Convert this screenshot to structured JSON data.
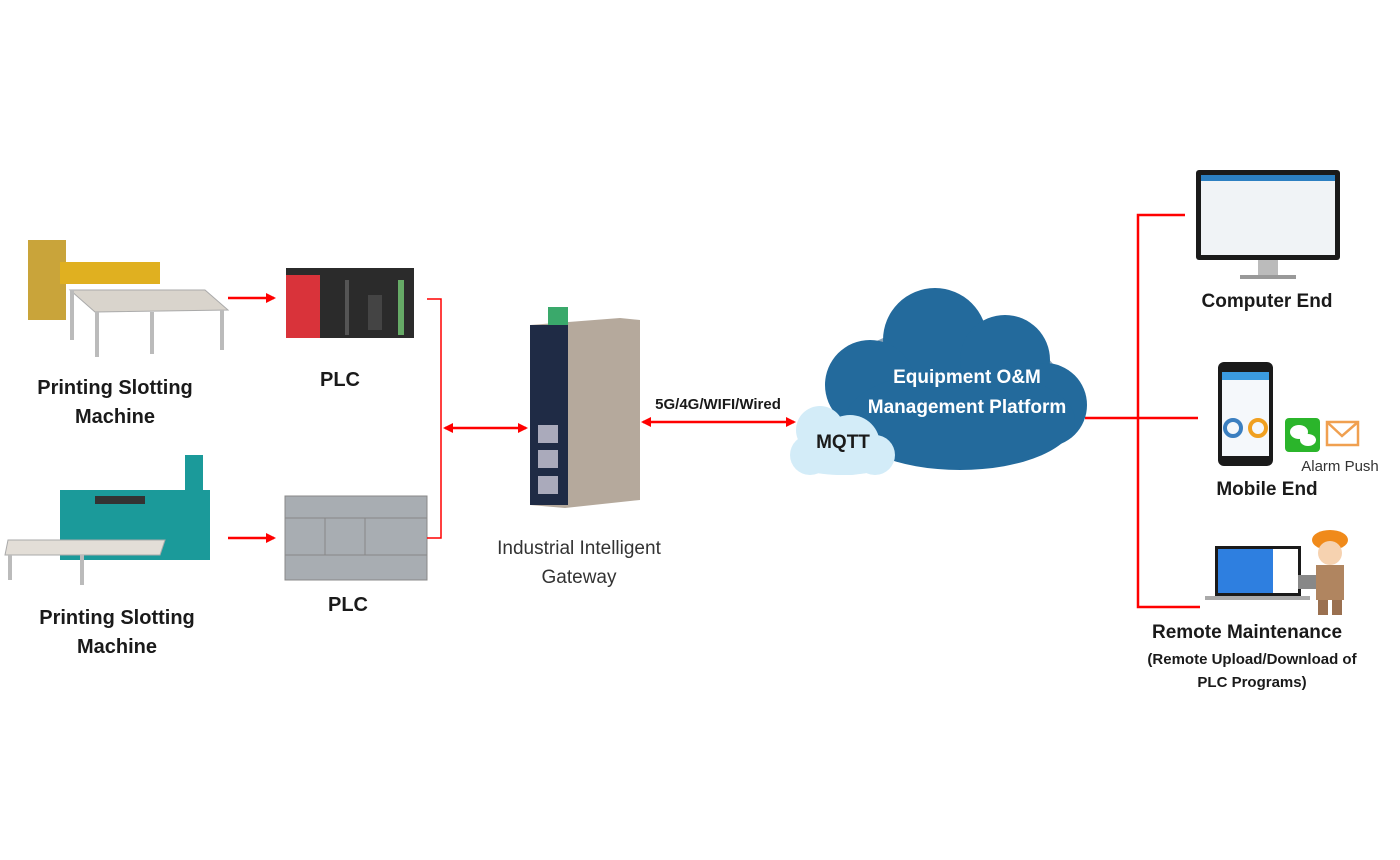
{
  "colors": {
    "connector": "#ff0000",
    "platform_cloud": "#236a9c",
    "mqtt_cloud": "#cfe9f7"
  },
  "field_devices": [
    {
      "machine_label": [
        "Printing Slotting",
        "Machine"
      ],
      "plc_label": "PLC",
      "machine_color": "#e0b020"
    },
    {
      "machine_label": [
        "Printing Slotting",
        "Machine"
      ],
      "plc_label": "PLC",
      "machine_color": "#1b9a9a"
    }
  ],
  "gateway": {
    "label": [
      "Industrial Intelligent",
      "Gateway"
    ]
  },
  "link": {
    "label": "5G/4G/WIFI/Wired"
  },
  "mqtt": {
    "label": "MQTT"
  },
  "platform": {
    "label": [
      "Equipment O&M",
      "Management Platform"
    ]
  },
  "endpoints": {
    "computer": {
      "label": "Computer End"
    },
    "mobile": {
      "label": "Mobile End",
      "alarm_label": "Alarm Push",
      "icons": [
        "wechat-icon",
        "mail-icon"
      ]
    },
    "remote": {
      "label": "Remote Maintenance",
      "sub": [
        "(Remote Upload/Download of",
        "PLC Programs)"
      ]
    }
  }
}
